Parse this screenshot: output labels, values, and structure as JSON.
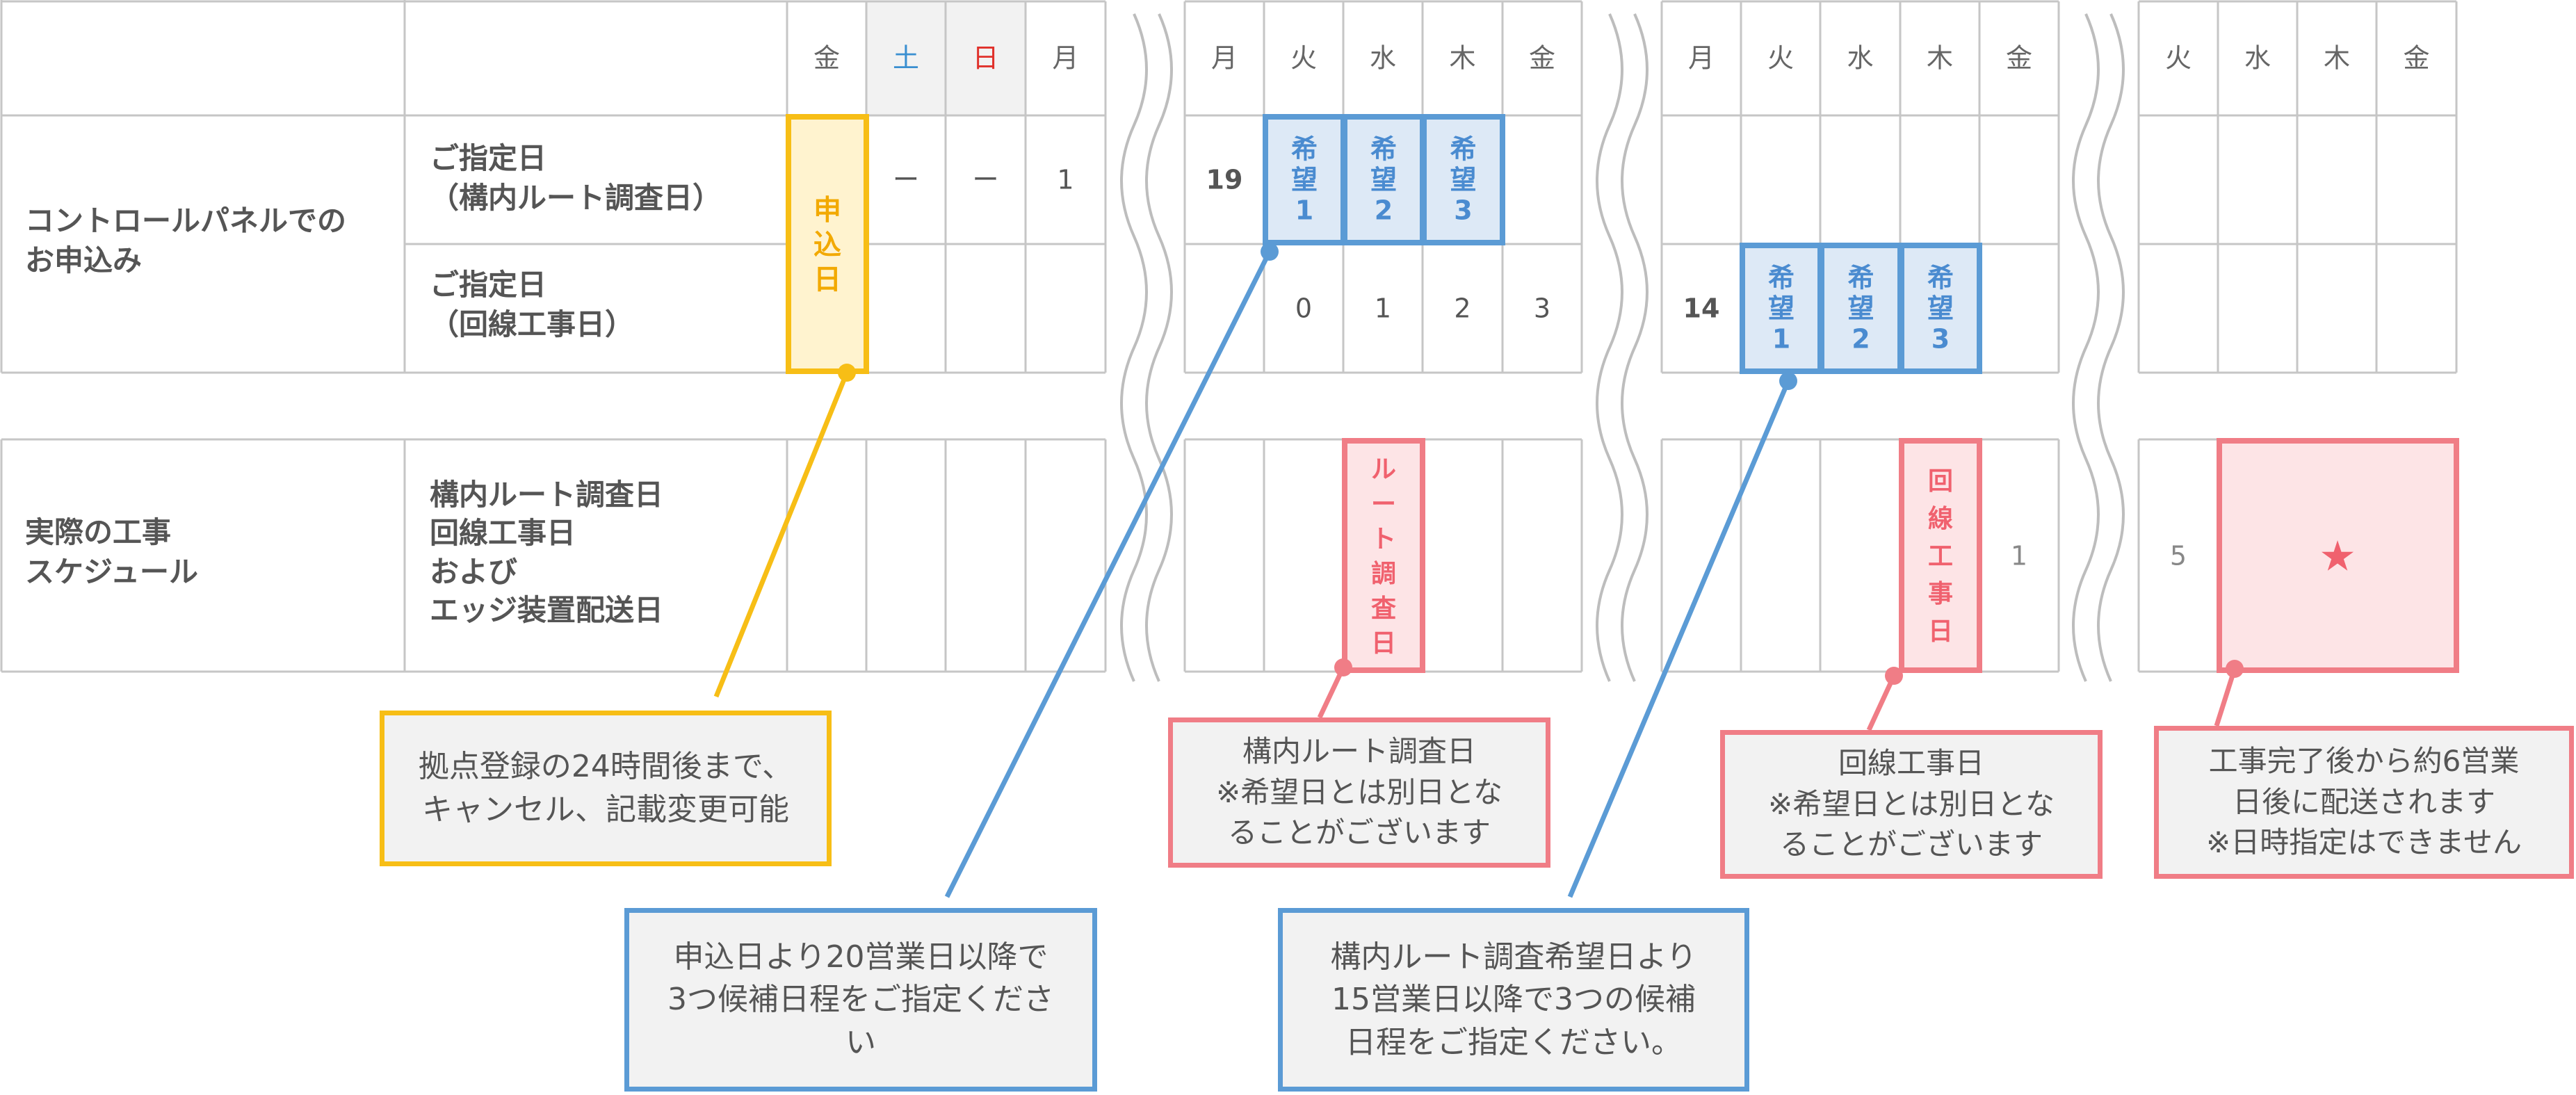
{
  "rows": {
    "application": "コントロールパネルでの\nお申込み",
    "designated_survey": "ご指定日\n（構内ルート調査日）",
    "designated_construction": "ご指定日\n（回線工事日）",
    "actual_schedule": "実際の工事\nスケジュール",
    "actual_detail": "構内ルート調査日\n回線工事日\nおよび\nエッジ装置配送日"
  },
  "panels": [
    {
      "headers": [
        "金",
        "土",
        "日",
        "月"
      ],
      "row_survey": [
        "",
        "ー",
        "ー",
        "1"
      ],
      "row_construction": [
        "",
        "",
        "",
        ""
      ],
      "row_actual": [
        "",
        "",
        "",
        ""
      ]
    },
    {
      "headers": [
        "月",
        "火",
        "水",
        "木",
        "金"
      ],
      "row_survey": [
        "19",
        "",
        "",
        "",
        ""
      ],
      "row_construction": [
        "",
        "0",
        "1",
        "2",
        "3"
      ],
      "row_actual": [
        "",
        "",
        "",
        "",
        ""
      ]
    },
    {
      "headers": [
        "月",
        "火",
        "水",
        "木",
        "金"
      ],
      "row_survey": [
        "",
        "",
        "",
        "",
        ""
      ],
      "row_construction": [
        "14",
        "",
        "",
        "",
        ""
      ],
      "row_actual": [
        "",
        "",
        "",
        "",
        "1"
      ]
    },
    {
      "headers": [
        "火",
        "水",
        "木",
        "金"
      ],
      "row_survey": [
        "",
        "",
        "",
        ""
      ],
      "row_construction": [
        "",
        "",
        "",
        ""
      ],
      "row_actual": [
        "5",
        "",
        "",
        ""
      ]
    }
  ],
  "highlights": {
    "apply_day": "申\n込\n日",
    "wish_survey": [
      "希\n望\n1",
      "希\n望\n2",
      "希\n望\n3"
    ],
    "wish_construction": [
      "希\n望\n1",
      "希\n望\n2",
      "希\n望\n3"
    ],
    "route_survey": "ル\nー\nト\n調\n査\n日",
    "line_construction": "回\n線\n工\n事\n日",
    "star": "★"
  },
  "callouts": {
    "cancel_note": "拠点登録の24時間後まで、\nキャンセル、記載変更可能",
    "survey_request_note": "申込日より20営業日以降で\n3つ候補日程をご指定くださ\nい",
    "route_survey_note": "構内ルート調査日\n※希望日とは別日とな\nることがございます",
    "construction_request_note": "構内ルート調査希望日より\n15営業日以降で3つの候補\n日程をご指定ください。",
    "construction_note": "回線工事日\n※希望日とは別日とな\nることがございます",
    "delivery_note": "工事完了後から約6営業\n日後に配送されます\n※日時指定はできません"
  },
  "colors": {
    "saturday": "#3a8fd0",
    "sunday": "#e0302a",
    "apply_border": "#f7be16",
    "apply_fill": "#fff3cf",
    "apply_text": "#f2a900",
    "wish_border": "#5b9bd5",
    "wish_fill": "#dde9f6",
    "wish_text": "#4a8bd0",
    "actual_border": "#f07d86",
    "actual_fill": "#fde4e6",
    "actual_text": "#f0616e",
    "grid": "#c6c6c6"
  }
}
